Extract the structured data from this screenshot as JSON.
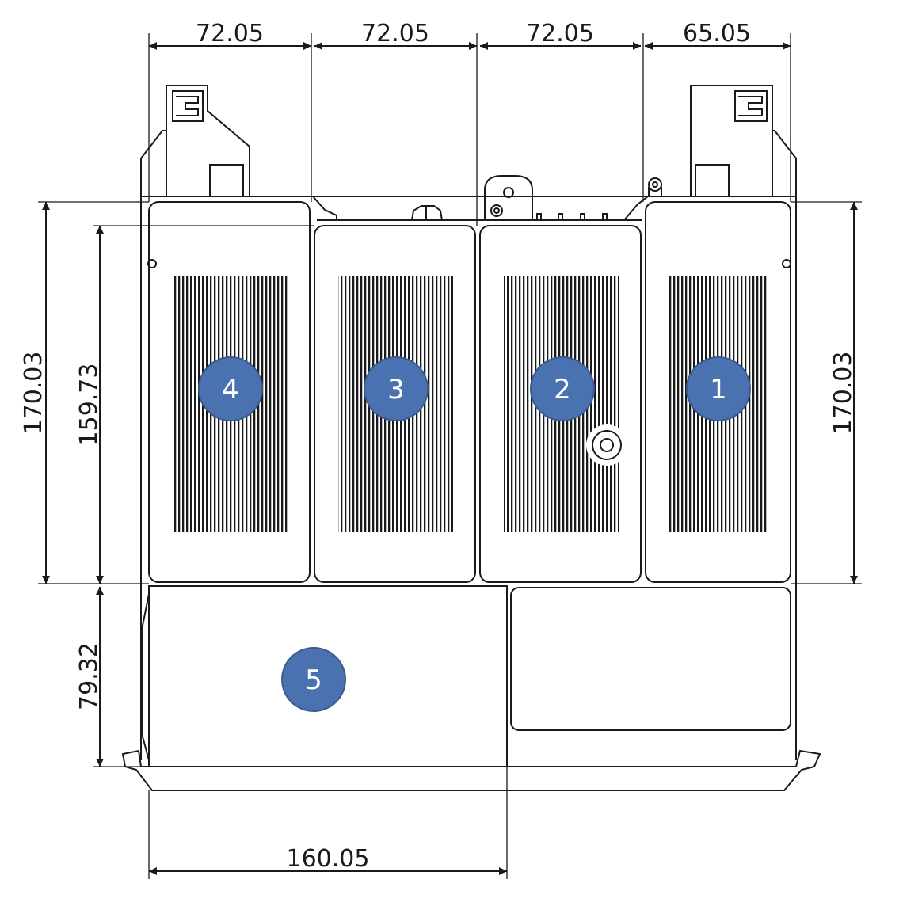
{
  "dimensions": {
    "top": [
      "72.05",
      "72.05",
      "72.05",
      "65.05"
    ],
    "left_outer": "170.03",
    "left_inner": "159.73",
    "right": "170.03",
    "bottom_height": "79.32",
    "bottom_width": "160.05"
  },
  "compartments": [
    {
      "label": "4"
    },
    {
      "label": "3"
    },
    {
      "label": "2"
    },
    {
      "label": "1"
    },
    {
      "label": "5"
    }
  ],
  "colors": {
    "line": "#1a1a1a",
    "badge_fill": "#4a72b0",
    "badge_stroke": "#3a5a90",
    "badge_text": "#ffffff"
  }
}
